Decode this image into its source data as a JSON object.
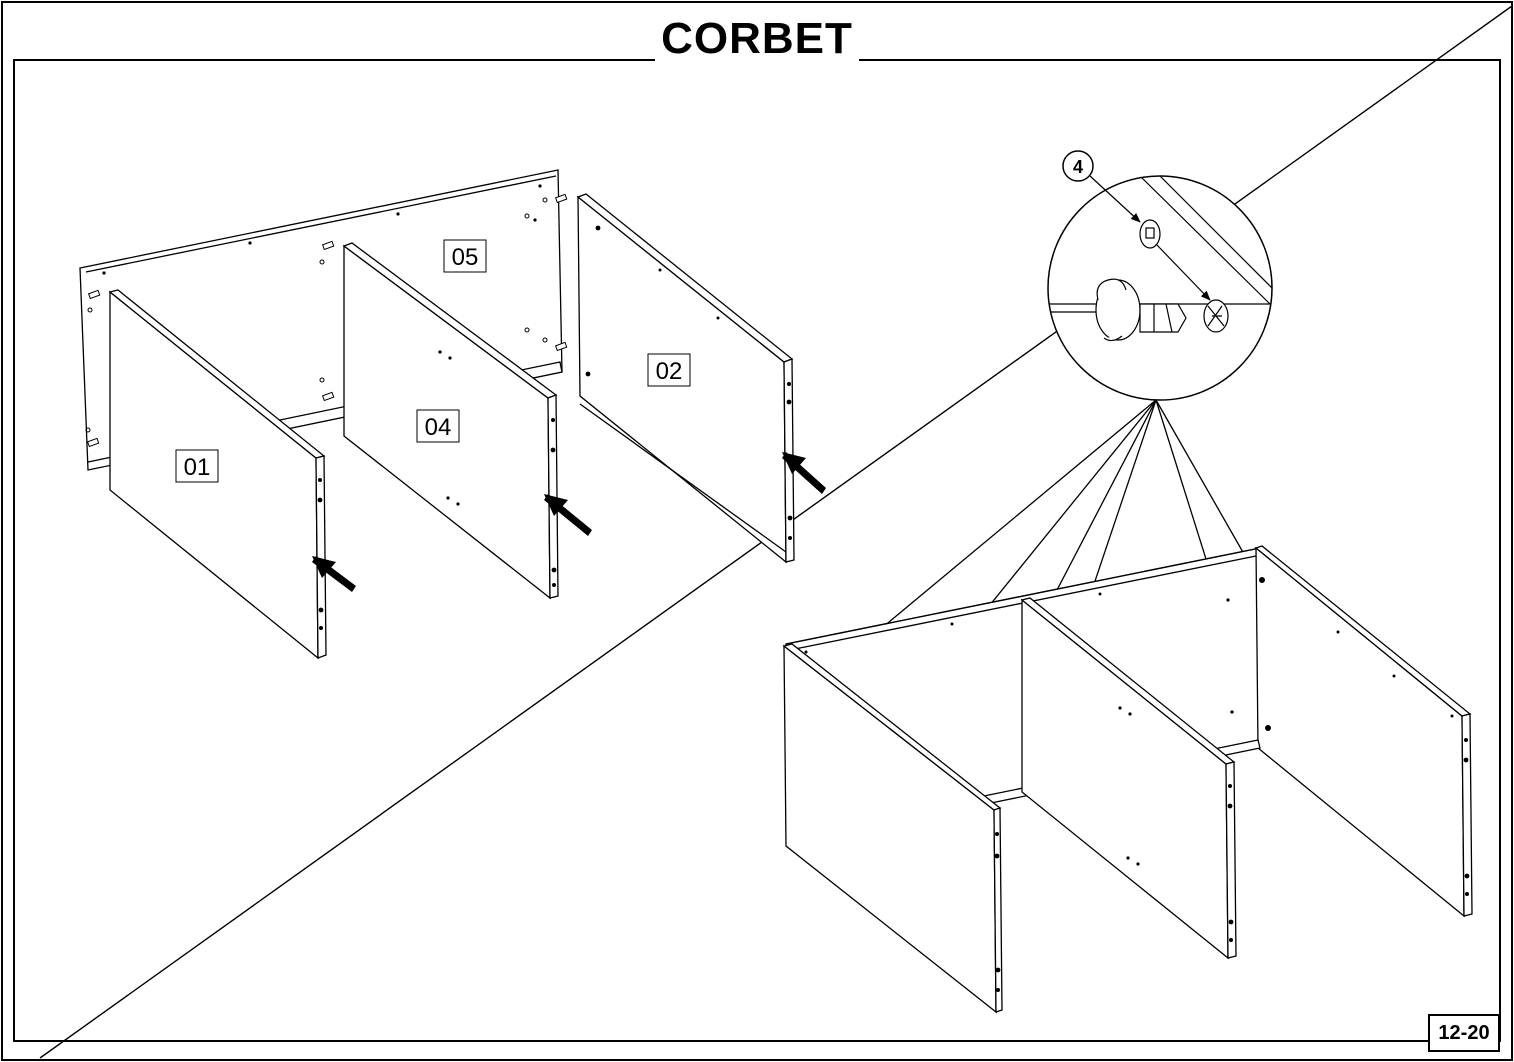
{
  "header": {
    "title": "CORBET"
  },
  "step": {
    "page_number": "12-20"
  },
  "parts": {
    "panel_01": "01",
    "panel_02": "02",
    "panel_04": "04",
    "panel_05": "05"
  },
  "hardware": {
    "callout_number": "4",
    "item": "cam-lock-fitting"
  }
}
